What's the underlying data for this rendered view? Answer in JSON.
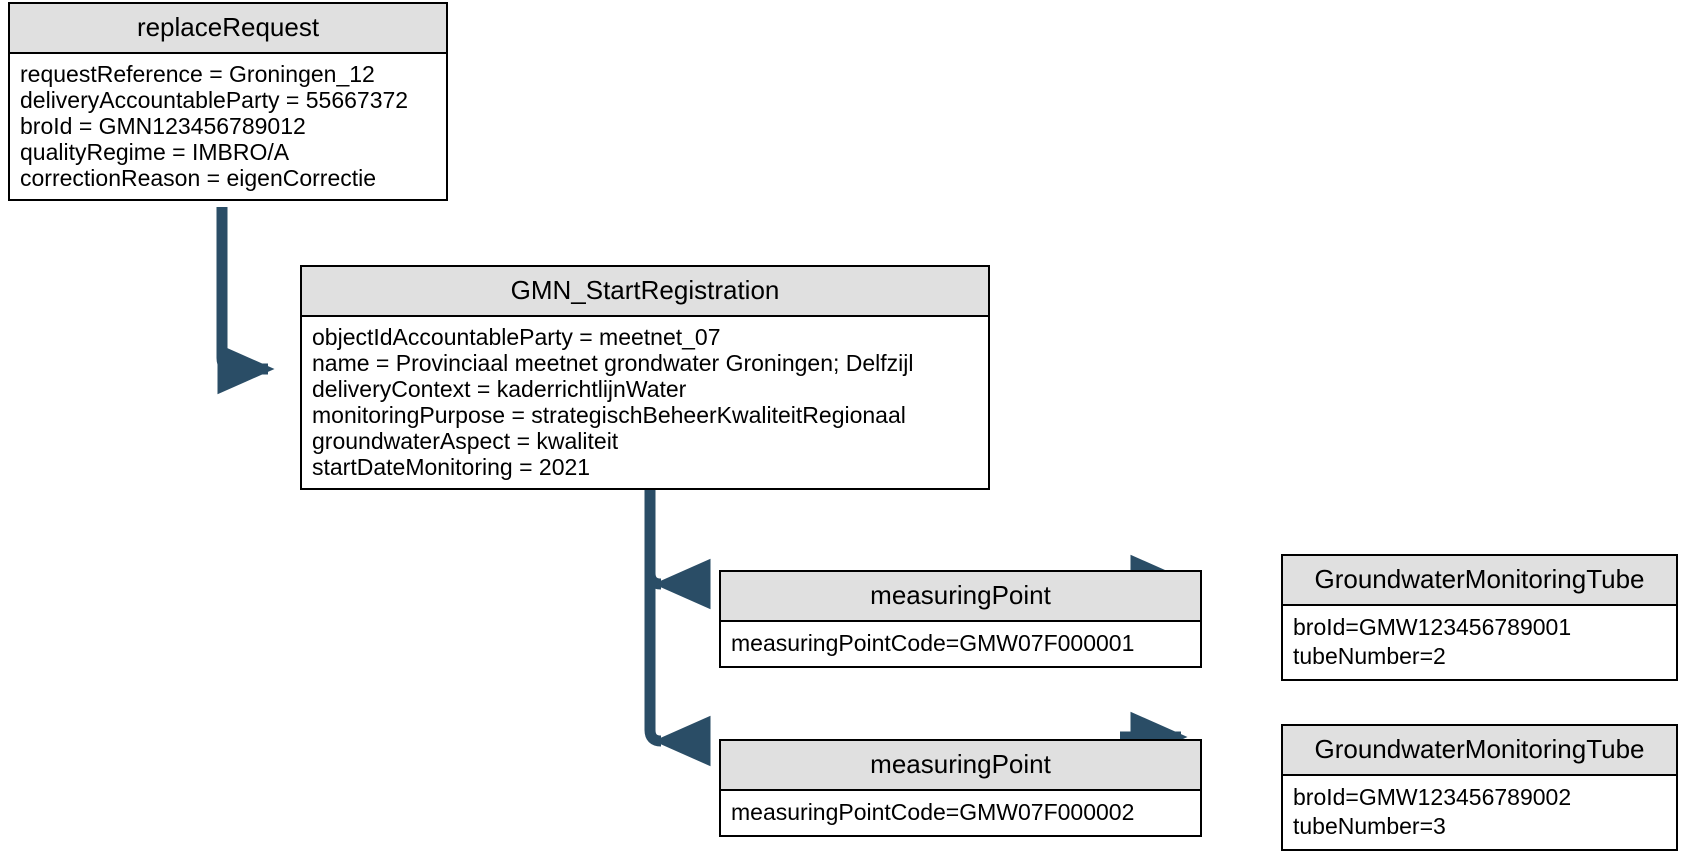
{
  "diagram": {
    "title": "replaceRequest GMN object diagram",
    "accent_color": "#2a4d66",
    "header_fill": "#e0e0e0",
    "border_color": "#000000",
    "body_fill": "#ffffff"
  },
  "nodes": {
    "replace_request": {
      "title": "replaceRequest",
      "attributes": [
        "requestReference = Groningen_12",
        "deliveryAccountableParty = 55667372",
        "broId = GMN123456789012",
        "qualityRegime = IMBRO/A",
        "correctionReason = eigenCorrectie"
      ]
    },
    "start_registration": {
      "title": "GMN_StartRegistration",
      "attributes": [
        "objectIdAccountableParty = meetnet_07",
        "name = Provinciaal meetnet grondwater Groningen; Delfzijl",
        "deliveryContext = kaderrichtlijnWater",
        "monitoringPurpose = strategischBeheerKwaliteitRegionaal",
        "groundwaterAspect = kwaliteit",
        "startDateMonitoring = 2021"
      ]
    },
    "measuring_point_1": {
      "title": "measuringPoint",
      "attributes": [
        "measuringPointCode=GMW07F000001"
      ]
    },
    "measuring_point_2": {
      "title": "measuringPoint",
      "attributes": [
        "measuringPointCode=GMW07F000002"
      ]
    },
    "monitoring_tube_1": {
      "title": "GroundwaterMonitoringTube",
      "attributes": [
        "broId=GMW123456789001",
        "tubeNumber=2"
      ]
    },
    "monitoring_tube_2": {
      "title": "GroundwaterMonitoringTube",
      "attributes": [
        "broId=GMW123456789002",
        "tubeNumber=3"
      ]
    }
  },
  "connectors": [
    {
      "name": "replace-request-to-start-registration",
      "from": "replace_request",
      "to": "start_registration"
    },
    {
      "name": "start-registration-to-measuring-point-1",
      "from": "start_registration",
      "to": "measuring_point_1"
    },
    {
      "name": "start-registration-to-measuring-point-2",
      "from": "start_registration",
      "to": "measuring_point_2"
    },
    {
      "name": "measuring-point-1-to-monitoring-tube-1",
      "from": "measuring_point_1",
      "to": "monitoring_tube_1"
    },
    {
      "name": "measuring-point-2-to-monitoring-tube-2",
      "from": "measuring_point_2",
      "to": "monitoring_tube_2"
    }
  ]
}
